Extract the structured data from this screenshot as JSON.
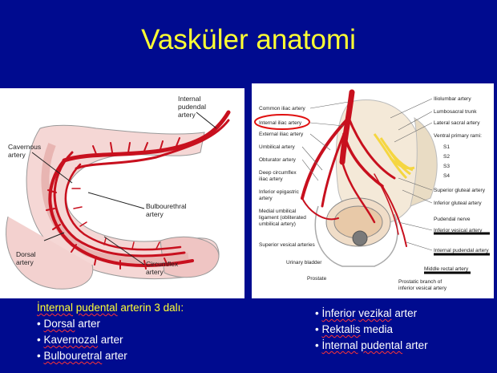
{
  "slide": {
    "title": "Vasküler anatomi"
  },
  "left_figure": {
    "labels": {
      "internal_pudendal": [
        "Internal",
        "pudendal",
        "artery"
      ],
      "cavernous": [
        "Cavernous",
        "artery"
      ],
      "bulbourethral": [
        "Bulbourethral",
        "artery"
      ],
      "dorsal": [
        "Dorsal",
        "artery"
      ],
      "circumflex": [
        "Circumflex",
        "artery"
      ]
    }
  },
  "right_figure": {
    "left_labels": [
      "Common iliac artery",
      "Internal iliac artery",
      "External iliac artery",
      "Umbilical artery",
      "Obturator artery",
      "Deep circumflex",
      "iliac artery",
      "Inferior epigastric",
      "artery",
      "Medial umbilical",
      "ligament (obliterated",
      "umbilical artery)",
      "Superior vesical arteries",
      "Urinary bladder",
      "Prostate"
    ],
    "right_labels": [
      "Iliolumbar artery",
      "Lumbosacral trunk",
      "Lateral sacral artery",
      "Ventral primary rami:",
      "S1",
      "S2",
      "S3",
      "S4",
      "Superior gluteal artery",
      "Inferior gluteal artery",
      "Pudendal nerve",
      "Inferior vesical artery",
      "Internal pudendal artery",
      "Middle rectal artery",
      "Prostatic branch of",
      "inferior vesical artery"
    ]
  },
  "left_bullets": {
    "heading": {
      "w1": "İnternal",
      "w2": "pudental",
      "rest": "arterin 3 dalı:"
    },
    "items": [
      {
        "word": "Dorsal",
        "rest": "arter"
      },
      {
        "word": "Kavernozal",
        "rest": "arter"
      },
      {
        "word": "Bulbouretral",
        "rest": "arter"
      }
    ]
  },
  "right_bullets": {
    "items": [
      {
        "w1": "İnferior",
        "w2": "vezikal",
        "rest": "arter"
      },
      {
        "w1": "Rektalis",
        "w2": "",
        "rest": "media"
      },
      {
        "w1": "İnternal",
        "w2": "pudental",
        "rest": "arter"
      }
    ]
  },
  "colors": {
    "background": "#000b8f",
    "title": "#ffff33",
    "artery": "#c8101e",
    "highlight_circle": "#e01010"
  }
}
